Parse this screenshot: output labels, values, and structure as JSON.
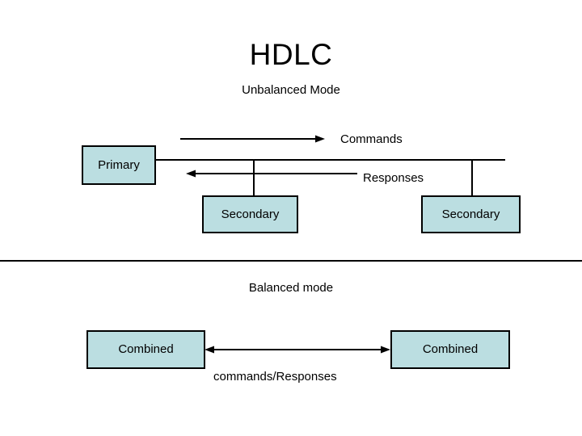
{
  "slide": {
    "title": "HDLC",
    "subtitle": "Unbalanced Mode",
    "section_label": "Balanced mode",
    "background_color": "#ffffff",
    "box_fill_color": "#bbdee1",
    "line_color": "#000000"
  },
  "unbalanced": {
    "primary": "Primary",
    "secondary_left": "Secondary",
    "secondary_right": "Secondary",
    "commands_label": "Commands",
    "responses_label": "Responses"
  },
  "balanced": {
    "combined_left": "Combined",
    "combined_right": "Combined",
    "link_label": "commands/Responses"
  }
}
